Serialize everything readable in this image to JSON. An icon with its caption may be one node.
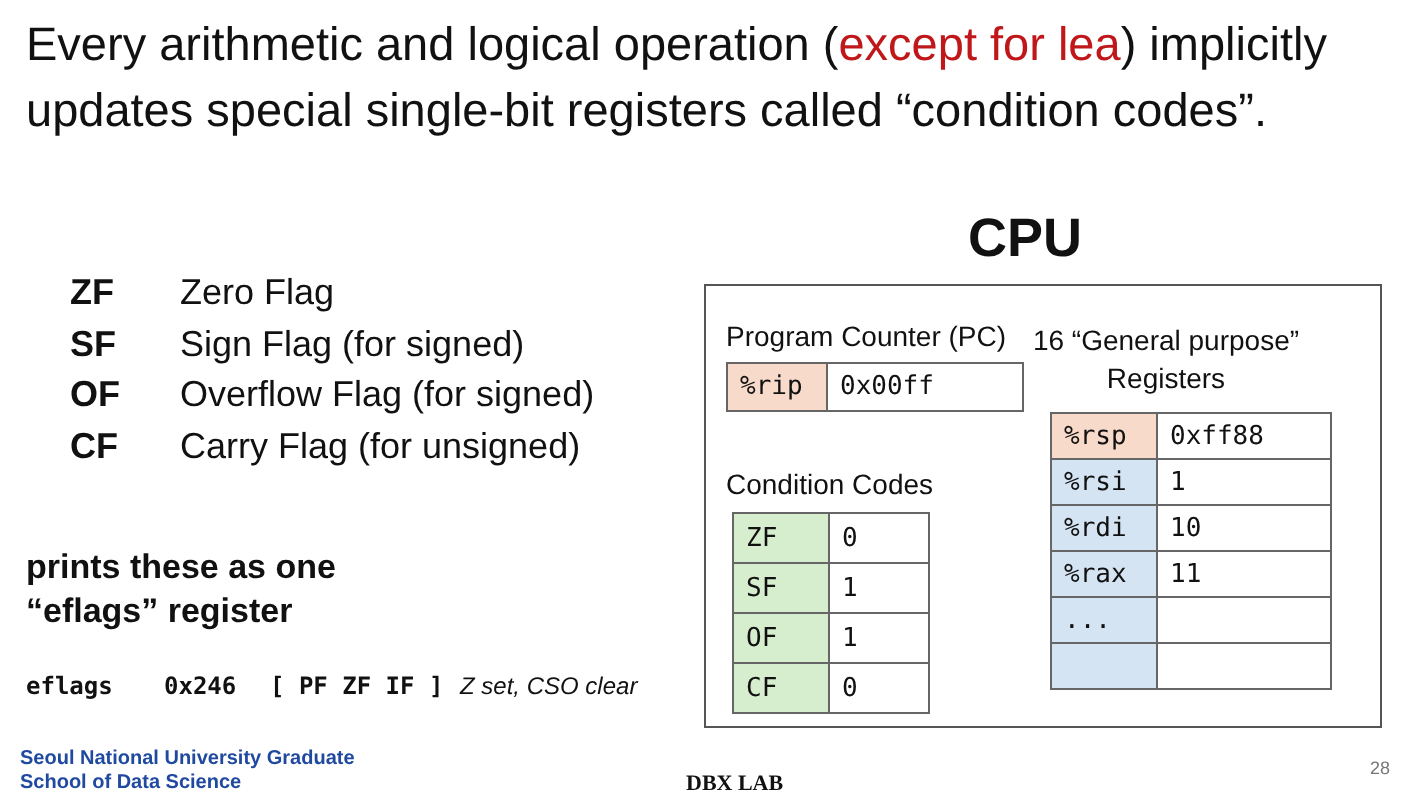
{
  "diagram": {
    "title": "Every arithmetic and logical operation (*except for lea*) implicitly updates special single-bit registers called “condition codes”.",
    "nodes": [
      {
        "text": [
          "CPU"
        ]
      },
      {
        "text": [
          "Program Counter (PC)"
        ],
        "in": 0
      },
      {
        "text": [
          "Condition Codes"
        ],
        "in": 0
      },
      {
        "text": [
          "16 “General purpose” Registers"
        ],
        "in": 0
      }
    ],
    "labels": [
      "ZF",
      "Zero Flag",
      "SF",
      "Sign Flag (for signed)",
      "OF",
      "Overflow Flag (for signed)",
      "CF",
      "Carry Flag (for unsigned)",
      "%rip",
      "0x00ff",
      "ZF",
      "0",
      "SF",
      "1",
      "OF",
      "1",
      "CF",
      "0",
      "%rsp",
      "0xff88",
      "%rsi",
      "1",
      "%rdi",
      "10",
      "%rax",
      "11",
      "...",
      "prints these as one “eflags” register",
      "eflags",
      "0x246",
      "[ PF ZF IF ]",
      "Z set, CSO clear",
      "Seoul National University Graduate School of Data Science",
      "DBX LAB",
      "28"
    ]
  }
}
